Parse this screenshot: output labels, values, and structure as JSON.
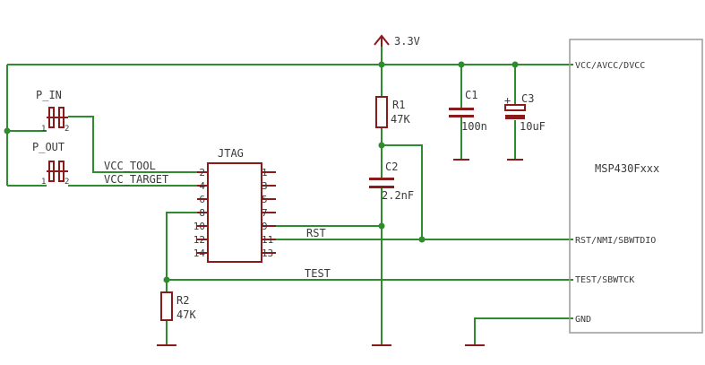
{
  "power": {
    "label": "3.3V"
  },
  "jumpers": {
    "p_in": "P_IN",
    "p_out": "P_OUT",
    "pin1": "1",
    "pin2": "2"
  },
  "nets": {
    "vcc_tool": "VCC_TOOL",
    "vcc_target": "VCC_TARGET",
    "rst": "RST",
    "test": "TEST"
  },
  "jtag": {
    "title": "JTAG",
    "left_pins": [
      "2",
      "4",
      "6",
      "8",
      "10",
      "12",
      "14"
    ],
    "right_pins": [
      "1",
      "3",
      "5",
      "7",
      "9",
      "11",
      "13"
    ]
  },
  "r1": {
    "name": "R1",
    "value": "47K"
  },
  "r2": {
    "name": "R2",
    "value": "47K"
  },
  "c1": {
    "name": "C1",
    "value": "100n"
  },
  "c2": {
    "name": "C2",
    "value": "2.2nF"
  },
  "c3": {
    "name": "C3",
    "value": "10uF"
  },
  "mcu": {
    "name": "MSP430Fxxx",
    "pins": {
      "vcc": "VCC/AVCC/DVCC",
      "rst": "RST/NMI/SBWTDIO",
      "test": "TEST/SBWTCK",
      "gnd": "GND"
    }
  },
  "colors": {
    "wire": "#2e8b2e",
    "component": "#8b1a1a",
    "ic_outline": "#9a9a9a",
    "text": "#3a3a3a"
  }
}
